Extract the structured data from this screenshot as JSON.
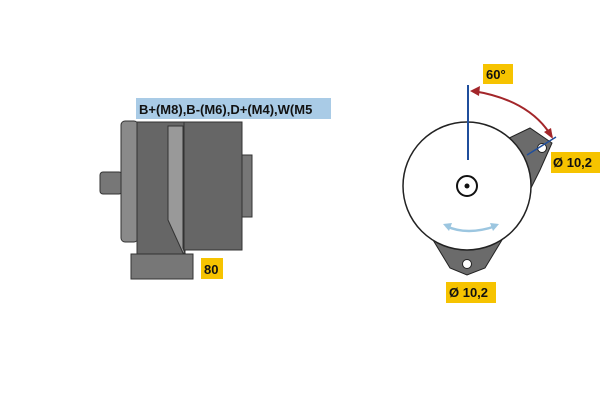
{
  "side_view": {
    "terminals_label": "B+(M8),B-(M6),D+(M4),W(M5",
    "length_label": "80"
  },
  "front_view": {
    "angle_label": "60°",
    "top_hole_label": "Ø 10,2",
    "bottom_hole_label": "Ø 10,2"
  },
  "colors": {
    "label_yellow": "#f6c300",
    "label_blue": "#a9cbe6",
    "body_gray": "#6b6b6b",
    "arc_red": "#a3262a",
    "axis_blue": "#1f4e9c"
  }
}
